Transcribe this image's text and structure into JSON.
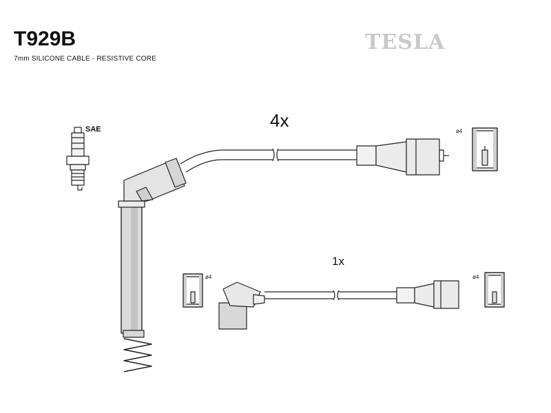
{
  "header": {
    "part_number": "T929B",
    "description": "7mm SILICONE CABLE - RESISTIVE CORE",
    "brand": "TESLA"
  },
  "labels": {
    "qty_main": "4x",
    "qty_single": "1x",
    "spark_plug_standard": "SAE",
    "terminal_diameter_1": "ø4",
    "terminal_diameter_2": "ø4",
    "terminal_diameter_3": "ø4"
  },
  "colors": {
    "line": "#222222",
    "fill_light": "#f2f2f2",
    "fill_shade": "#cfcfcf",
    "logo": "#c9c9c9"
  },
  "icons": [
    "spark-plug-icon",
    "spring-icon",
    "terminal-cap-icon"
  ]
}
